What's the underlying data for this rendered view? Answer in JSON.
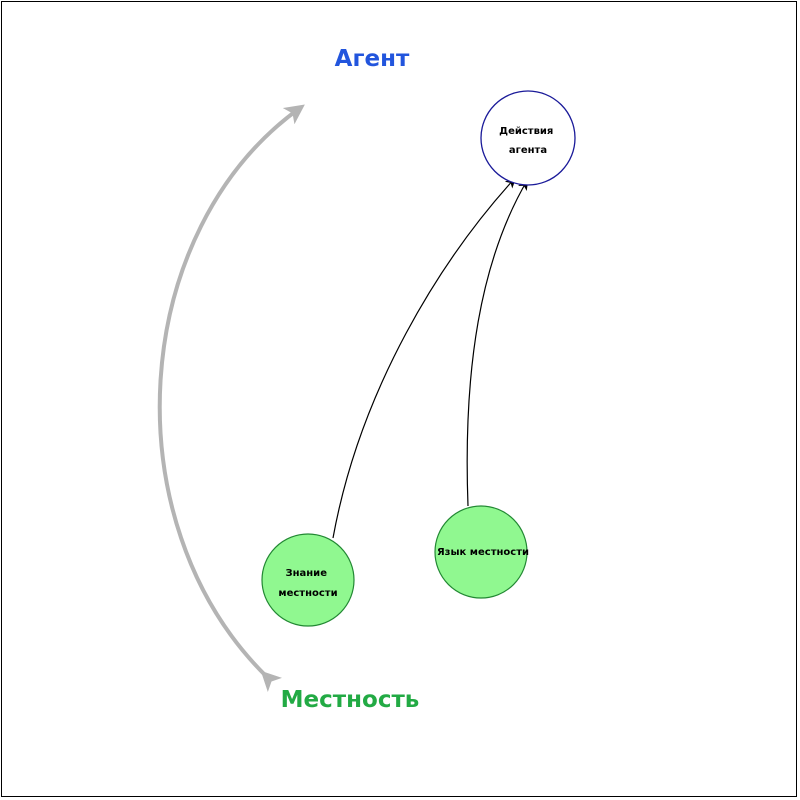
{
  "diagram": {
    "top_label": "Агент",
    "bottom_label": "Местность",
    "nodes": {
      "actions": {
        "line1": "Действия",
        "line2": "агента"
      },
      "knowledge": {
        "line1": "Знание",
        "line2": "местности"
      },
      "language": {
        "line1": "Язык местности"
      }
    }
  },
  "colors": {
    "agent_blue": "#2255dd",
    "terrain_green": "#22aa44",
    "node_fill_green": "#90f890",
    "node_stroke_green": "#228833",
    "node_stroke_blue": "#1a1a99",
    "cycle_arrow_gray": "#b4b4b4"
  }
}
